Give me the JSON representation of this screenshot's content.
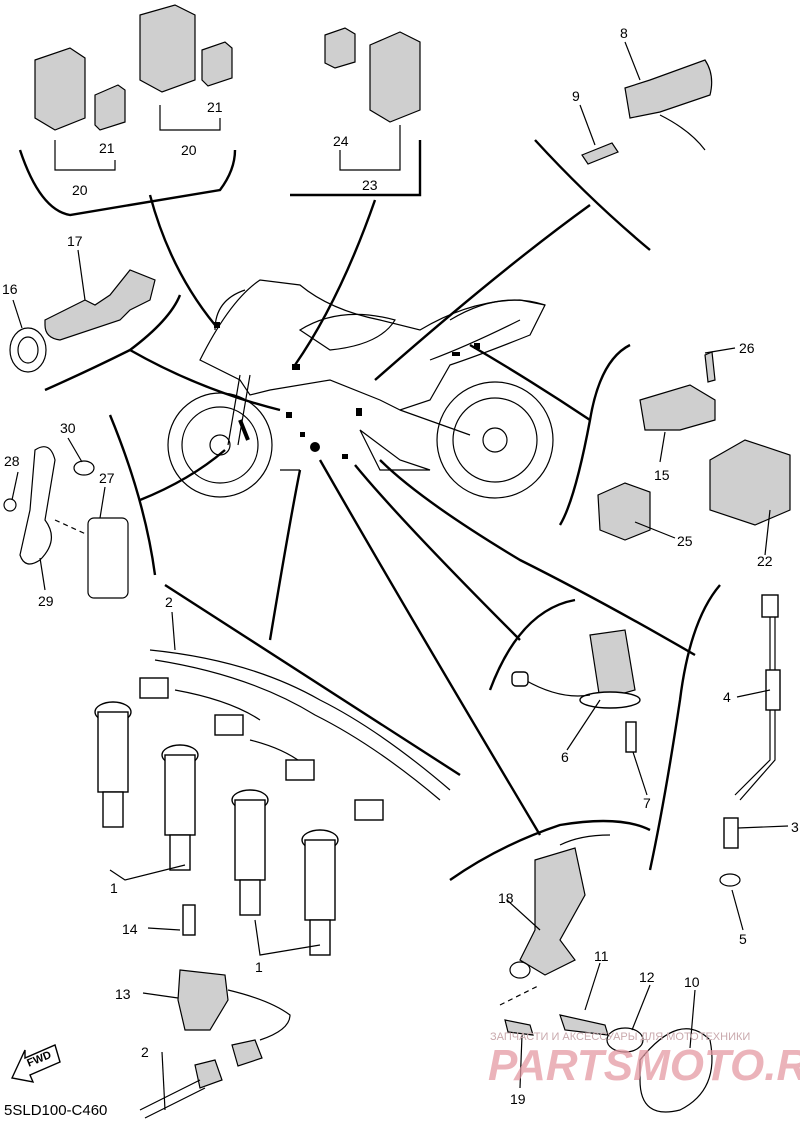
{
  "diagram": {
    "code": "5SLD100-C460",
    "fwd_label": "FWD",
    "watermark_line": "ЗАПЧАСТИ И АКСЕССУАРЫ ДЛЯ МОТОТЕХНИКИ",
    "watermark_brand": "PARTSMOTO.RU",
    "callouts": {
      "c1a": "1",
      "c1b": "1",
      "c2a": "2",
      "c2b": "2",
      "c3": "3",
      "c4": "4",
      "c5": "5",
      "c6": "6",
      "c7": "7",
      "c8": "8",
      "c9": "9",
      "c10": "10",
      "c11": "11",
      "c12": "12",
      "c13": "13",
      "c14": "14",
      "c15": "15",
      "c16": "16",
      "c17": "17",
      "c18": "18",
      "c19": "19",
      "c20a": "20",
      "c20b": "20",
      "c21a": "21",
      "c21b": "21",
      "c22": "22",
      "c23": "23",
      "c24": "24",
      "c25": "25",
      "c26": "26",
      "c27": "27",
      "c28": "28",
      "c29": "29",
      "c30": "30"
    }
  }
}
